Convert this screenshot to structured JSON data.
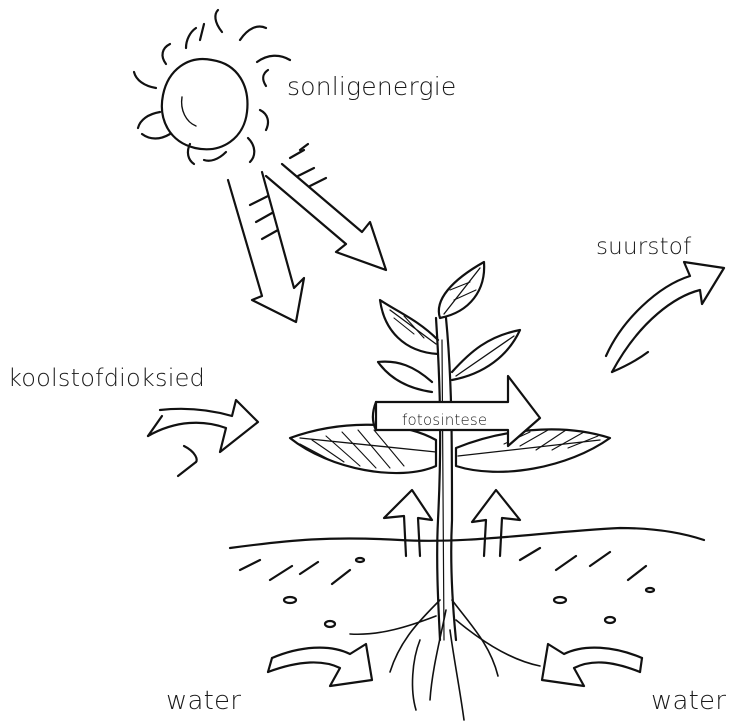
{
  "labels": {
    "sun": "sonligenergie",
    "oxygen": "suurstof",
    "carbon_dioxide": "koolstofdioksied",
    "photosynthesis": "fotosintese",
    "water_left": "water",
    "water_right": "water"
  }
}
